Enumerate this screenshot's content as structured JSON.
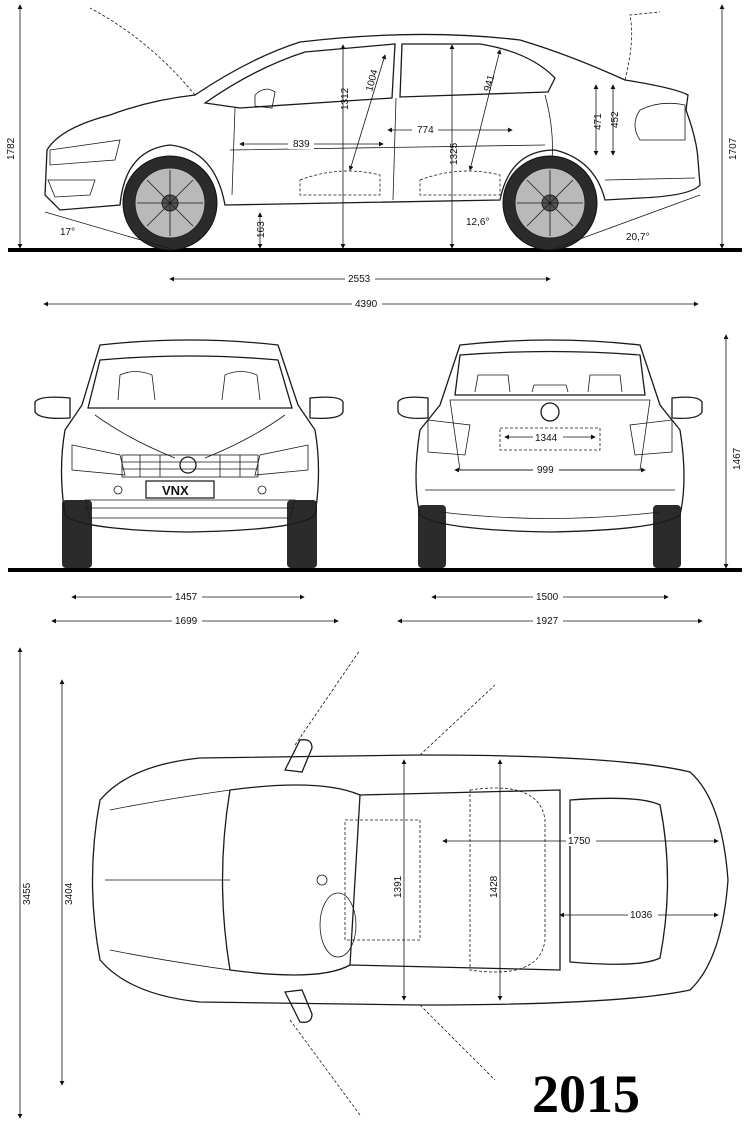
{
  "year": "2015",
  "side_view": {
    "overall_height": "1782",
    "rear_height": "1707",
    "approach_angle": "17°",
    "departure_angle": "20,7°",
    "ramp_angle": "12,6°",
    "ground_clearance": "163",
    "front_seat_span": "839",
    "rear_seat_span": "774",
    "front_headroom": "1312",
    "front_seat_height": "1004",
    "rear_headroom": "1325",
    "rear_seat_height": "941",
    "trunk_depth_1": "471",
    "trunk_depth_2": "452",
    "wheelbase": "2553",
    "overall_length": "4390"
  },
  "front_view": {
    "plate_text": "VNX",
    "front_track": "1457",
    "width": "1699"
  },
  "rear_view": {
    "rear_height": "1467",
    "trunk_opening_upper": "1344",
    "trunk_opening_lower": "999",
    "rear_track": "1500",
    "width_with_mirrors": "1927"
  },
  "top_view": {
    "overall_length": "3455",
    "interior_length": "3404",
    "cabin_width_front": "1391",
    "cabin_width_rear": "1428",
    "trunk_length": "1750",
    "trunk_width": "1036"
  }
}
